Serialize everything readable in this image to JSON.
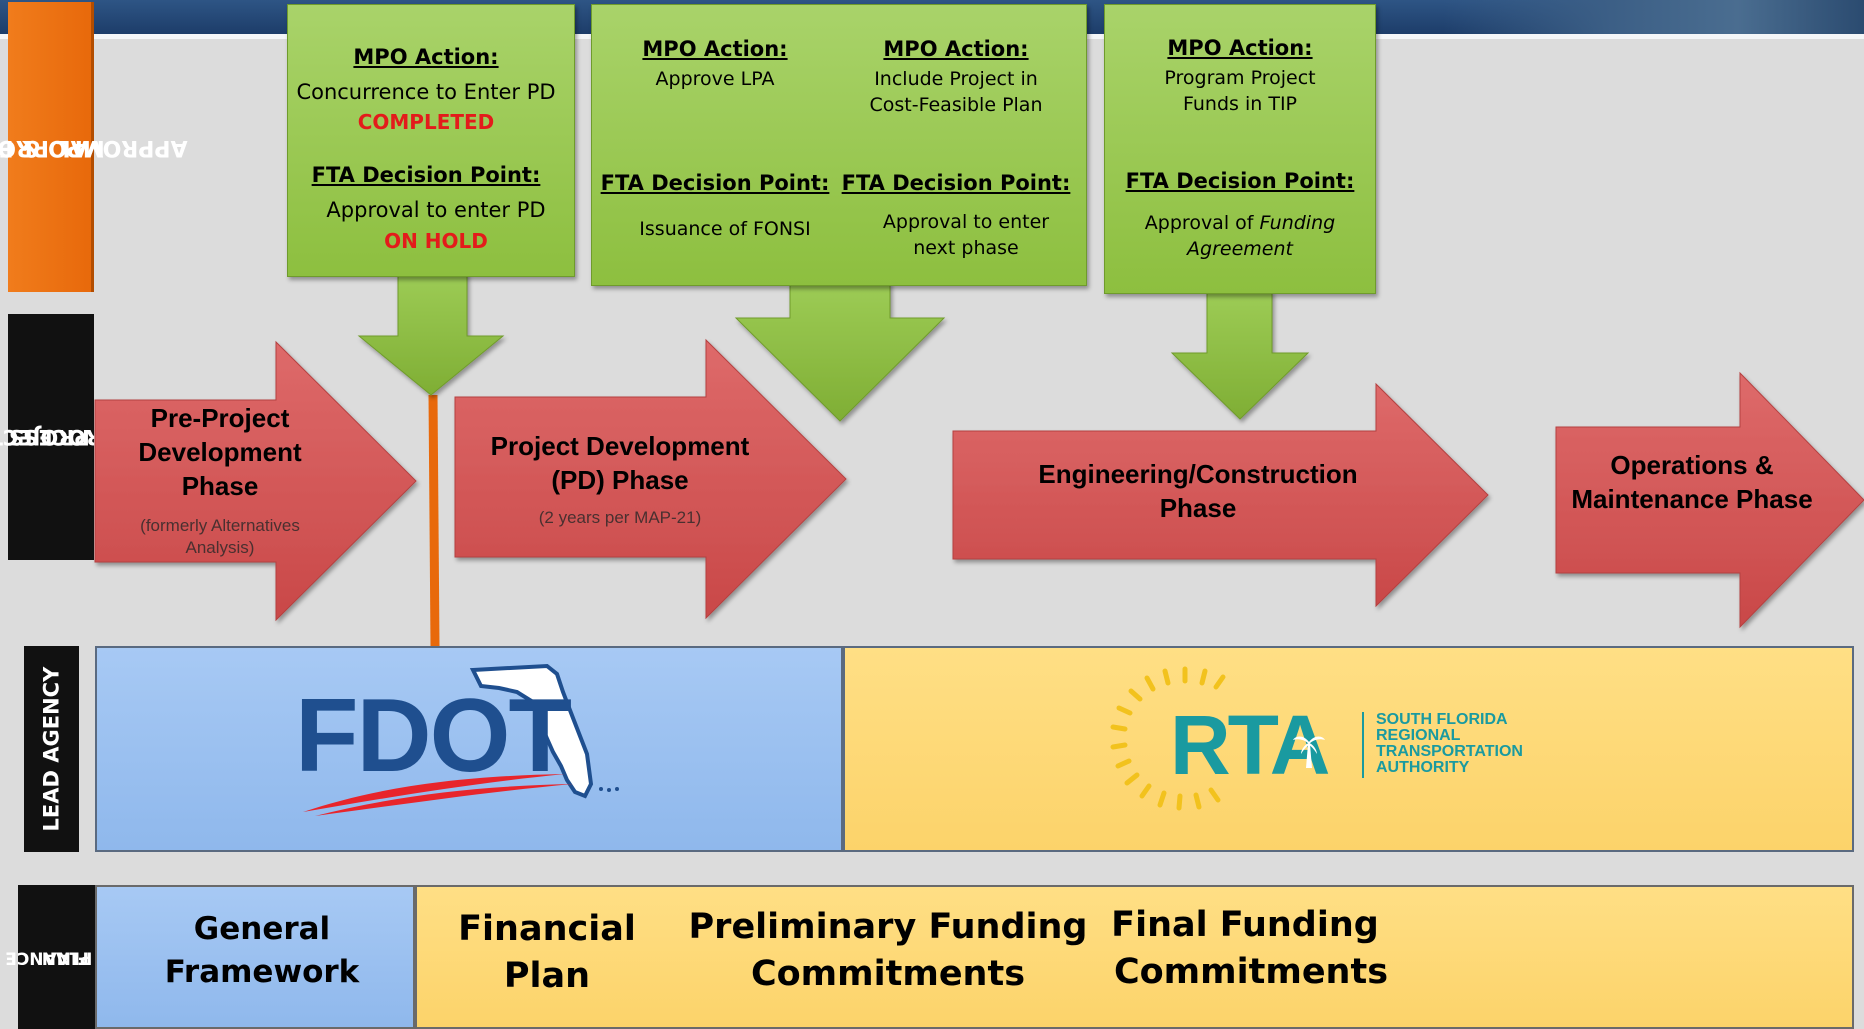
{
  "side_labels": {
    "mpo_line1": "MPO & FTA",
    "mpo_line2": "APPROVAL PROCESS",
    "project_line1": "PROJECT",
    "project_line2": "PROCESS",
    "lead": "LEAD  AGENCY",
    "finance_line1": "FINANCE",
    "finance_line2": "PLAN"
  },
  "approval_boxes": {
    "box1": {
      "mpo_heading": "MPO Action:",
      "mpo_text": "Concurrence to Enter PD",
      "mpo_status": "COMPLETED",
      "fta_heading": "FTA Decision Point:",
      "fta_text": "Approval to enter PD",
      "fta_status": "ON HOLD"
    },
    "box2": {
      "left_mpo_heading": "MPO Action:",
      "left_mpo_text": "Approve LPA",
      "right_mpo_heading": "MPO Action:",
      "right_mpo_text_line1": "Include Project in",
      "right_mpo_text_line2": "Cost-Feasible Plan",
      "left_fta_heading": "FTA Decision Point:",
      "left_fta_text": "Issuance of FONSI",
      "right_fta_heading": "FTA Decision Point:",
      "right_fta_text_line1": "Approval to enter",
      "right_fta_text_line2": "next phase"
    },
    "box3": {
      "mpo_heading": "MPO Action:",
      "mpo_text_line1": "Program Project",
      "mpo_text_line2": "Funds in TIP",
      "fta_heading": "FTA Decision Point:",
      "fta_text_prefix": "Approval of ",
      "fta_text_italic_a": "Funding",
      "fta_text_italic_b": "Agreement"
    }
  },
  "phases": {
    "pre_project": {
      "line1": "Pre-Project",
      "line2": "Development",
      "line3": "Phase",
      "sub_line1": "(formerly Alternatives",
      "sub_line2": "Analysis)"
    },
    "project_development": {
      "line1": "Project Development",
      "line2": "(PD) Phase",
      "sub": "(2 years per MAP-21)"
    },
    "engineering": {
      "line1": "Engineering/Construction",
      "line2": "Phase"
    },
    "operations": {
      "line1": "Operations &",
      "line2": "Maintenance Phase"
    }
  },
  "lead_agency": {
    "fdot_logo_text": "FDOT",
    "rta_logo_text": "RTA",
    "rta_name_line1": "SOUTH FLORIDA",
    "rta_name_line2": "REGIONAL",
    "rta_name_line3": "TRANSPORTATION",
    "rta_name_line4": "AUTHORITY"
  },
  "finance_plan": {
    "general_line1": "General",
    "general_line2": "Framework",
    "financial_line1": "Financial",
    "financial_line2": "Plan",
    "preliminary_line1": "Preliminary Funding",
    "preliminary_line2": "Commitments",
    "final_line1": "Final Funding",
    "final_line2": "Commitments"
  },
  "colors": {
    "approval_green": "#9acb52",
    "phase_red": "#d65a5a",
    "status_red": "#e31b1b",
    "fdot_blue_bg": "#9ec2f0",
    "rta_yellow_bg": "#ffd97a",
    "orange_line": "#e8690b",
    "fdot_text": "#1f4f8f",
    "rta_teal": "#1a9aa0"
  }
}
